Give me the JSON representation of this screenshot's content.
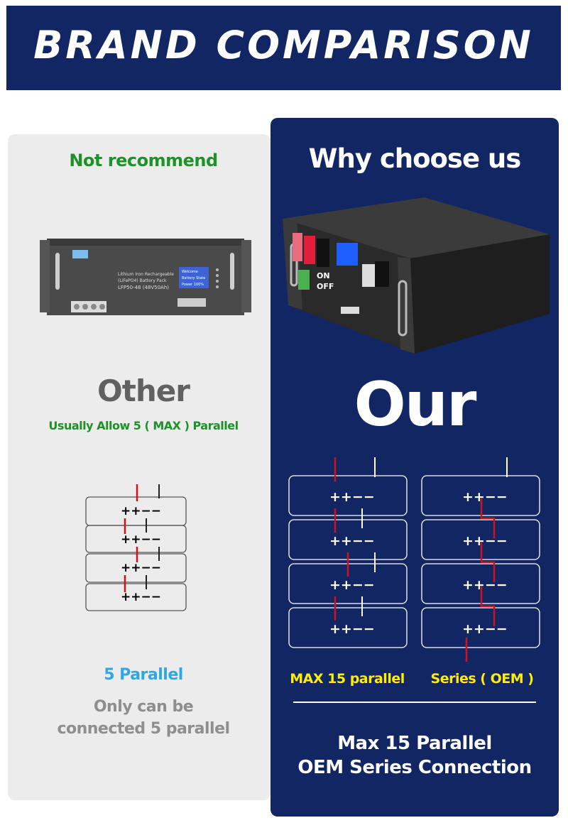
{
  "header": {
    "title": "BRAND COMPARISON"
  },
  "left": {
    "heading": "Not recommend",
    "title": "Other",
    "subtitle": "Usually Allow 5 ( MAX ) Parallel",
    "parallel_label": "5 Parallel",
    "note_line1": "Only can be",
    "note_line2": "connected 5 parallel",
    "device_labels": {
      "product_line1": "Lithium Iron Rechargeable",
      "product_line2": "(LiFePO4) Battery Pack",
      "model": "LFP50-48 (48V50Ah)",
      "screen_line1": "Welcome",
      "screen_line2": "Battery State",
      "screen_line3": "Power 100%"
    }
  },
  "right": {
    "heading": "Why choose us",
    "title": "Our",
    "label_parallel": "MAX 15 parallel",
    "label_series": "Series ( OEM )",
    "footer_line1": "Max 15 Parallel",
    "footer_line2": "OEM Series Connection",
    "device_labels": {
      "switch_on": "ON",
      "switch_off": "OFF"
    }
  },
  "terminal_signs": "++−−",
  "colors": {
    "header_bg": "#122664",
    "right_panel_bg": "#122664",
    "left_panel_bg": "#ececec",
    "green": "#1d9228",
    "blue_label": "#2ea8e0",
    "yellow_label": "#ffee00",
    "wire_red": "#d0121b",
    "gray_text": "#8e8e8e"
  }
}
